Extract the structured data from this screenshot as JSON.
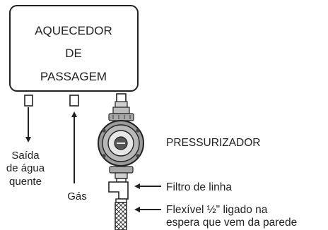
{
  "heater": {
    "line1": "AQUECEDOR",
    "line2": "DE",
    "line3": "PASSAGEM"
  },
  "pump": {
    "label": "PRESSURIZADOR"
  },
  "hot_water_outlet": {
    "line1": "Saída",
    "line2": "de água",
    "line3": "quente"
  },
  "gas": {
    "label": "Gás"
  },
  "filter": {
    "label": "Filtro de linha"
  },
  "hose": {
    "line1": "Flexível ½\" ligado na",
    "line2": "espera que vem da parede"
  },
  "colors": {
    "stroke": "#222222",
    "background": "#ffffff",
    "pump_body": "#9a9a9a",
    "pump_dark": "#555555"
  }
}
